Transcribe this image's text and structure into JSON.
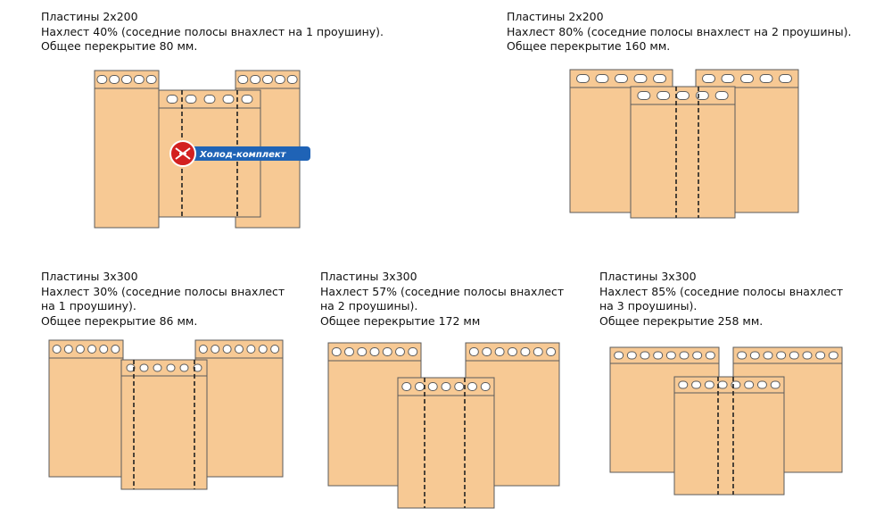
{
  "captions": [
    {
      "lines": [
        "Пластины 2х200",
        "Нахлест 40% (соседние полосы внахлест на 1 проушину).",
        "Общее перекрытие 80 мм."
      ]
    },
    {
      "lines": [
        "Пластины 2х200",
        "Нахлест 80% (соседние полосы внахлест на 2 проушины).",
        "Общее перекрытие 160 мм."
      ]
    },
    {
      "lines": [
        "Пластины 3х300",
        "Нахлест 30% (соседние полосы внахлест",
        "на 1 проушину).",
        "Общее перекрытие 86 мм."
      ]
    },
    {
      "lines": [
        "Пластины 3х300",
        "Нахлест 57% (соседние полосы внахлест",
        "на 2 проушины).",
        "Общее перекрытие 172 мм"
      ]
    },
    {
      "lines": [
        "Пластины 3х300",
        "Нахлест 85% (соседние полосы внахлест",
        "на 3 проушины).",
        "Общее перекрытие 258 мм."
      ]
    }
  ],
  "logo": {
    "text": "Холод-комплект"
  },
  "colors": {
    "strip": "#f7c994",
    "outline": "#5b5b5b",
    "logo_red": "#d32020",
    "logo_blue": "#1f63b6"
  }
}
